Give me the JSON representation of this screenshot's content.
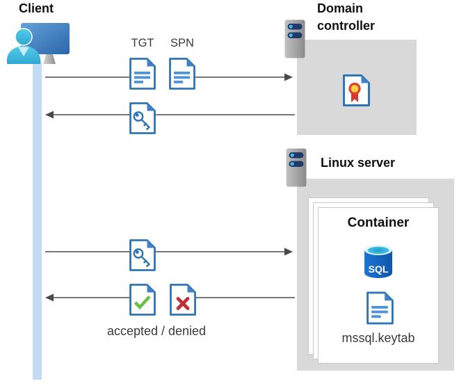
{
  "diagram": {
    "title_client": "Client",
    "domain_controller": {
      "label_line1": "Domain",
      "label_line2": "controller"
    },
    "linux_server": {
      "label": "Linux server"
    },
    "container": {
      "label": "Container",
      "sql_badge": "SQL",
      "keytab_filename": "mssql.keytab"
    },
    "flow": {
      "tgt_label": "TGT",
      "spn_label": "SPN",
      "accepted_denied_label": "accepted / denied"
    },
    "icons": {
      "client": "person-at-monitor-icon",
      "domain_controller": "server-icon",
      "linux_server": "server-icon",
      "certificate": "certificate-document-icon",
      "tgt": "document-icon",
      "spn": "document-icon",
      "key_ticket": "key-document-icon",
      "accepted": "check-document-icon",
      "denied": "x-document-icon",
      "sql": "sql-database-icon",
      "keytab": "document-icon"
    },
    "colors": {
      "doc_blue": "#2E75B6",
      "fold_blue": "#3F80C6",
      "bar_blue": "#4D93D8",
      "accepted_green": "#6CBE45",
      "denied_red": "#C13030",
      "cert_red": "#D6372E",
      "cert_yellow": "#FFD23E",
      "server_navy": "#1E3A6E",
      "server_dot_cyan": "#49BBE9",
      "box_gray": "#D9D9D9",
      "lifeline_blue": "#C3DCF5",
      "arrow_gray": "#4A4A4A",
      "sql_body_blue": "#1465C0",
      "sql_top_cyan": "#35B9E2",
      "person_cyan": "#3FBFE3",
      "monitor_blue": "#3D7FBF"
    }
  }
}
